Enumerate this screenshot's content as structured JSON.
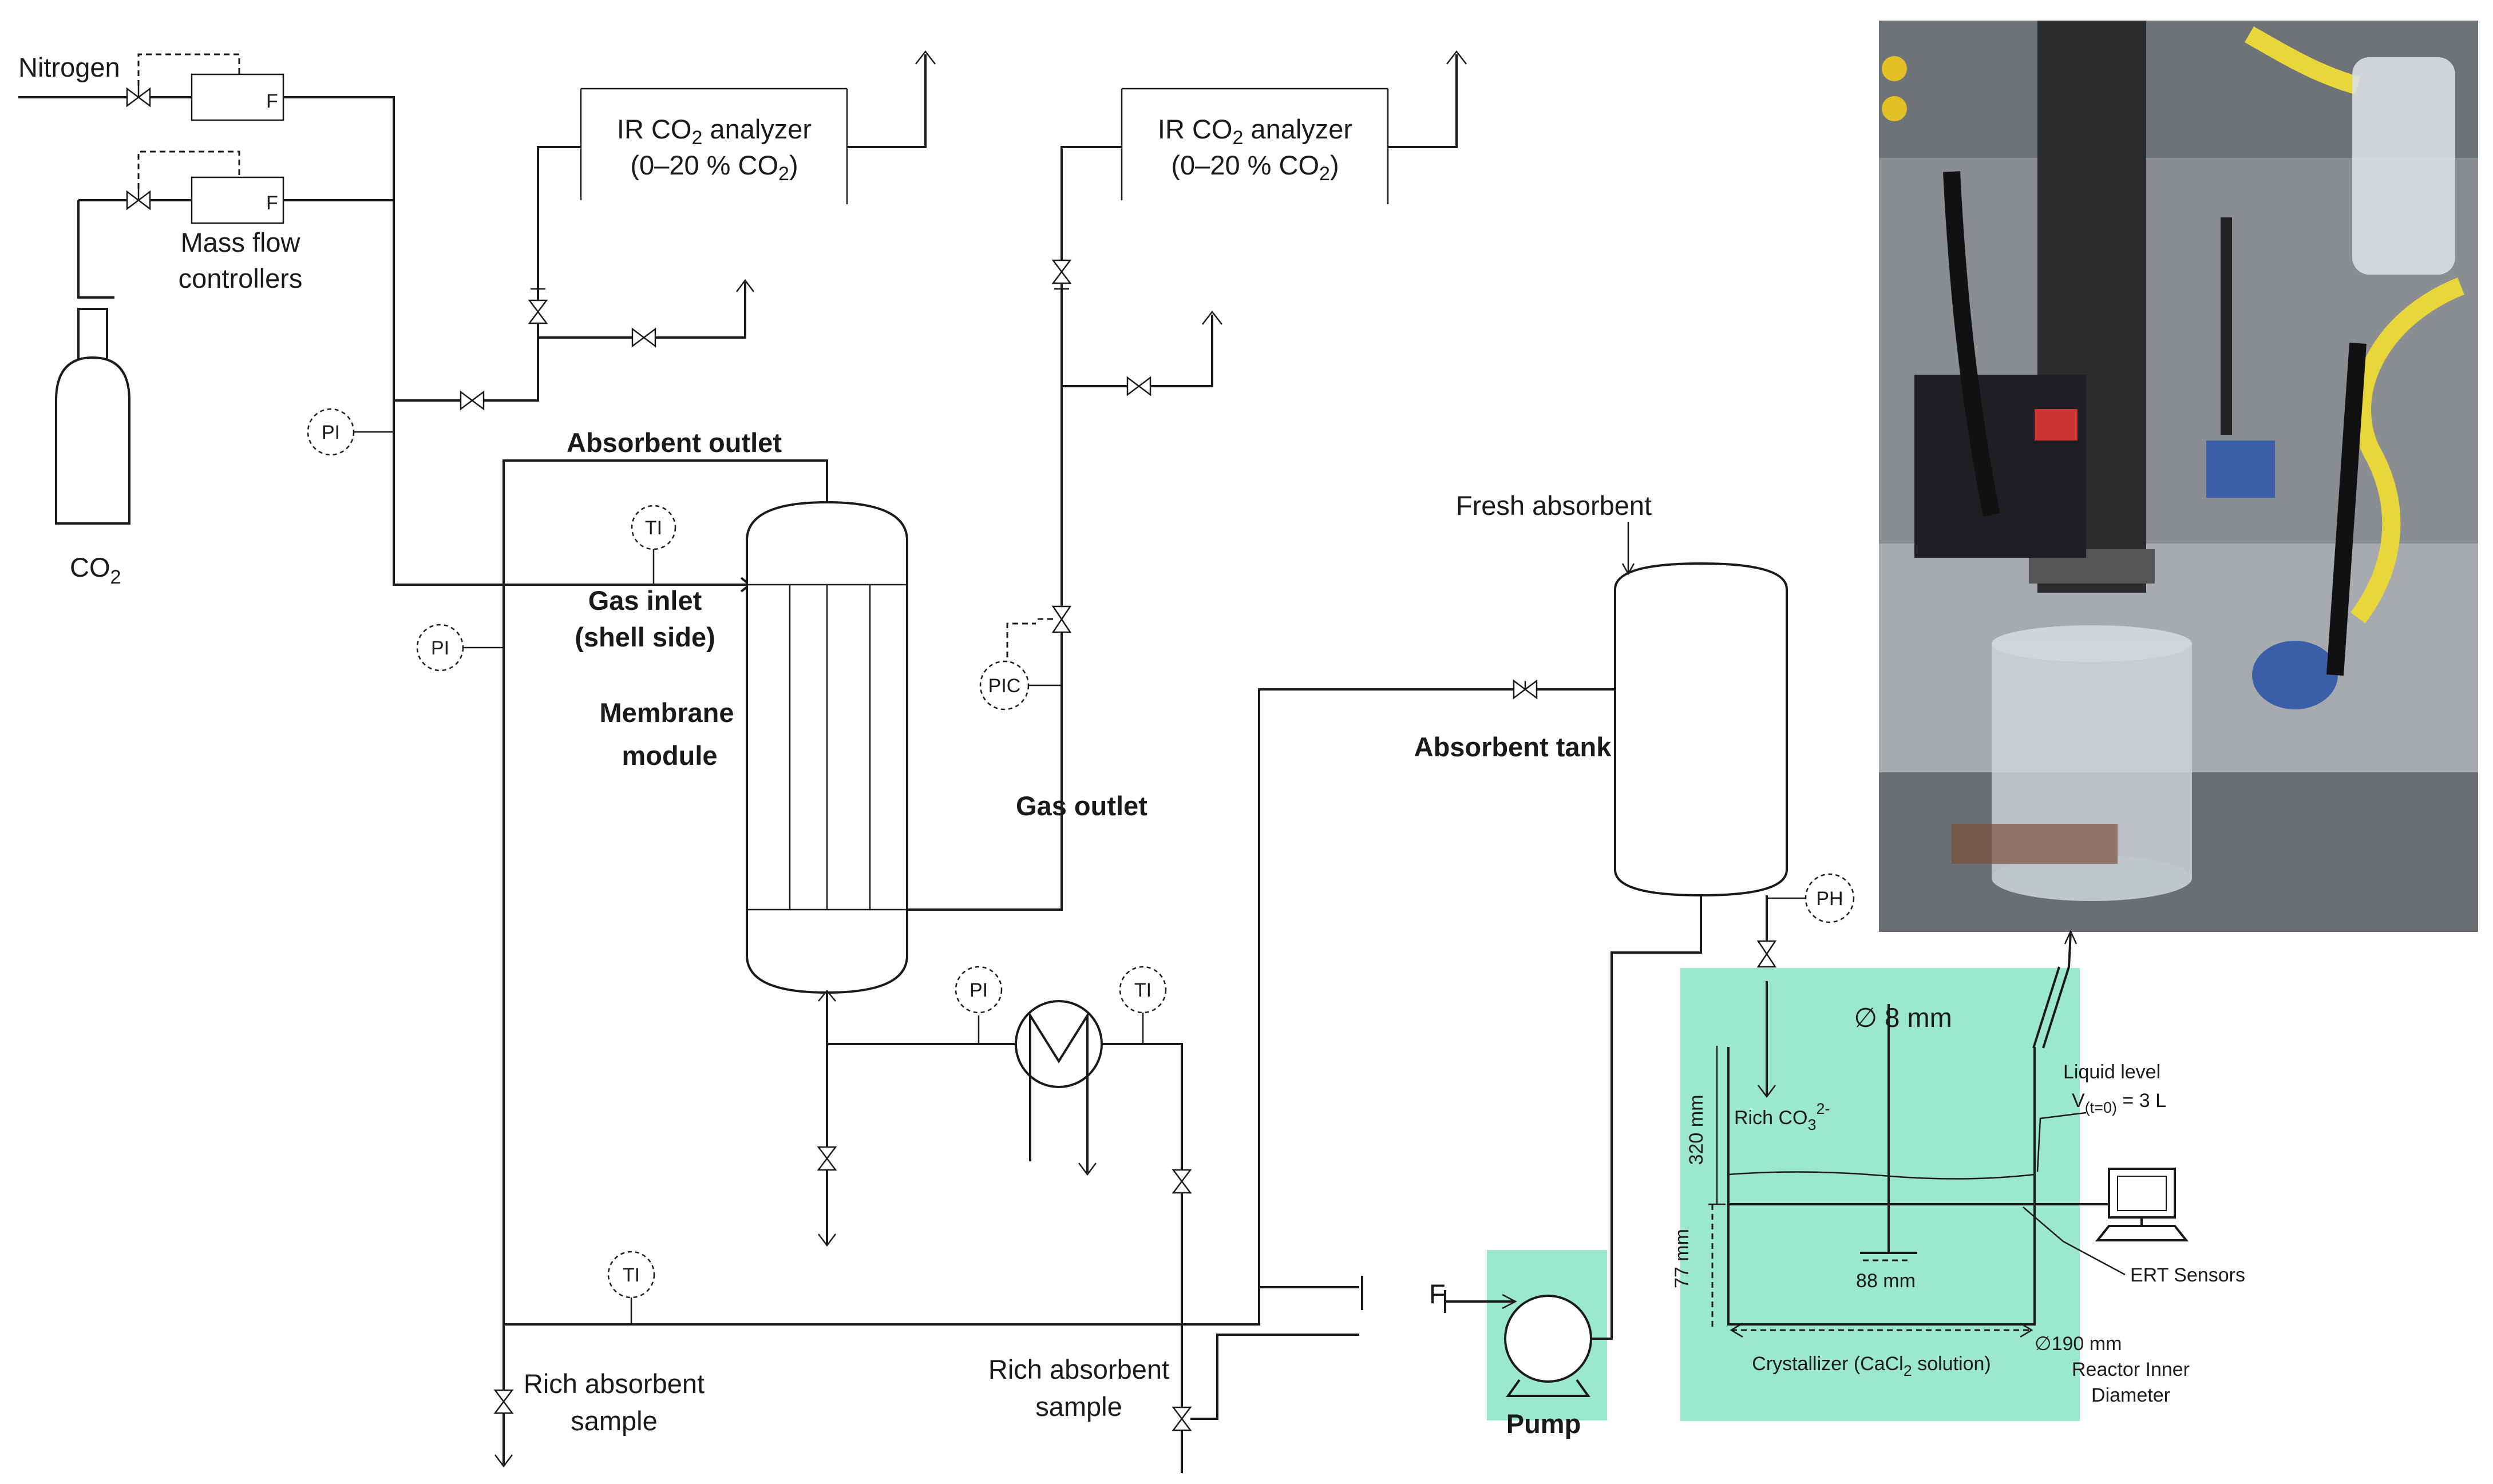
{
  "colors": {
    "accent_green": "#9be8cd",
    "line": "#1a1a1a",
    "background": "#ffffff"
  },
  "labels": {
    "nitrogen": "Nitrogen",
    "co2_main": "CO",
    "co2_sub": "2",
    "mfc_line1": "Mass flow",
    "mfc_line2": "controllers",
    "mfc_tag": "F",
    "analyzer1": {
      "line1_a": "IR CO",
      "line1_sub": "2",
      "line1_b": " analyzer",
      "line2_a": "(0–20 % CO",
      "line2_sub": "2",
      "line2_b": ")"
    },
    "analyzer2": {
      "line1_a": "IR CO",
      "line1_sub": "2",
      "line1_b": " analyzer",
      "line2_a": "(0–20 % CO",
      "line2_sub": "2",
      "line2_b": ")"
    },
    "absorbent_outlet": "Absorbent outlet",
    "gas_inlet_1": "Gas inlet",
    "gas_inlet_2": "(shell side)",
    "membrane_1": "Membrane",
    "membrane_2": "module",
    "gas_outlet": "Gas outlet",
    "fresh_absorbent": "Fresh absorbent",
    "absorbent_tank": "Absorbent tank",
    "rich_sample_left_1": "Rich absorbent",
    "rich_sample_left_2": "sample",
    "rich_sample_right_1": "Rich absorbent",
    "rich_sample_right_2": "sample",
    "pump": "Pump",
    "flow_tag": "F",
    "dia_8": "∅ 8 mm",
    "h_320": "320 mm",
    "h_77": "77 mm",
    "rich_co3": "Rich CO",
    "rich_co3_sub": "3",
    "rich_co3_sup": "2-",
    "liquid_level": "Liquid level",
    "v_a": "V",
    "v_sub": "(t=0)",
    "v_b": " = 3 L",
    "w_88": "88 mm",
    "ert_sensors": "ERT Sensors",
    "dia_190": "∅190 mm",
    "crystallizer_a": "Crystallizer (CaCl",
    "crystallizer_sub": "2",
    "crystallizer_b": " solution)",
    "reactor_1": "Reactor Inner",
    "reactor_2": "Diameter"
  },
  "instruments": {
    "pi_top": "PI",
    "pi_left": "PI",
    "ti_top": "TI",
    "pic": "PIC",
    "pi_hx": "PI",
    "ti_hx": "TI",
    "ti_bottom": "TI",
    "ph": "PH"
  }
}
